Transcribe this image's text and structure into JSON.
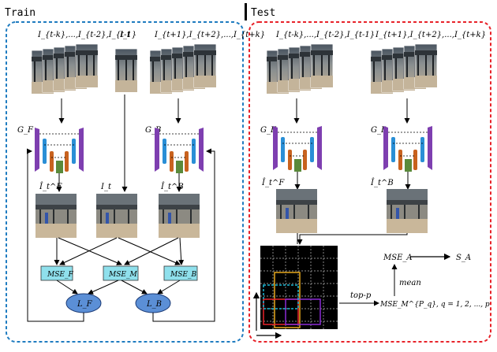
{
  "train_panel": {
    "title": "Train",
    "input_prev_frames": "I_{t-k},...,I_{t-2},I_{t-1}",
    "input_current_frame": "I_t",
    "input_next_frames": "I_{t+1},I_{t+2},...,I_{t+k}",
    "generator_forward": "G_F",
    "generator_backward": "G_B",
    "pred_forward_label": "Î_t^F",
    "current_frame_label": "I_t",
    "pred_backward_label": "Î_t^B",
    "mse_forward": "MSE_F",
    "mse_middle": "MSE_M",
    "mse_backward": "MSE_B",
    "loss_forward": "L_F",
    "loss_backward": "L_B"
  },
  "test_panel": {
    "title": "Test",
    "input_prev_frames": "I_{t-k},...,I_{t-2},I_{t-1}",
    "input_next_frames": "I_{t+1},I_{t+2},...,I_{t+k}",
    "generator_forward": "G_F",
    "generator_backward": "G_B",
    "pred_forward_label": "Î_t^F",
    "pred_backward_label": "Î_t^B",
    "topp_label": "top-p",
    "mse_patch_label": "MSE_M^{P_q}, q = 1, 2, ..., p",
    "mean_label": "mean",
    "mse_a_label": "MSE_A",
    "score_label": "S_A"
  },
  "colors": {
    "train_border": "#1f7cc0",
    "test_border": "#e8232a",
    "mse_box": "#8fe0ec",
    "loss_ellipse": "#5b8fd6",
    "gen_purple": "#7e3fb0",
    "gen_blue": "#2a8fd6",
    "gen_orange": "#c8621e",
    "gen_green": "#5a8a3a"
  }
}
